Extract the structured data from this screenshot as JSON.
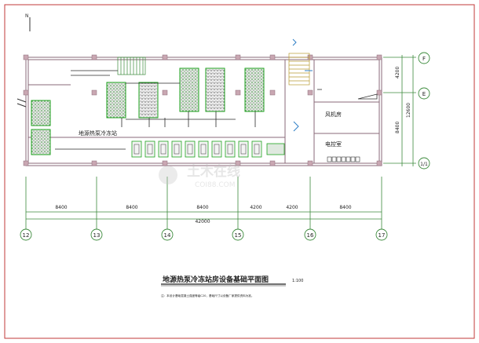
{
  "plan": {
    "north_label": "N",
    "rooms": {
      "pump_station": "地源热泵冷冻站",
      "fan_room": "风机房",
      "control_room": "电控室"
    },
    "dims_bottom": [
      "8400",
      "8400",
      "8400",
      "4200",
      "4200",
      "8400"
    ],
    "dim_total": "42000",
    "axes_bottom": [
      "12",
      "13",
      "14",
      "15",
      "16",
      "17"
    ],
    "axes_right": [
      "F",
      "E",
      "1/1"
    ],
    "dims_right": [
      "4200",
      "12600",
      "8400"
    ],
    "title": "地源热泵冷冻站房设备基础平面图",
    "scale": "1:100",
    "note": "注：本设计基础混凝土强度等级C20，基础尺寸以设备厂家提供资料为准。",
    "watermark_main": "土木在线",
    "watermark_sub": "COI88.COM"
  },
  "colors": {
    "wall": "#8a6a78",
    "green": "#1fa31f",
    "line": "#2a2a2a",
    "blue": "#2f7fc6",
    "axis_red": "#b33a3a",
    "grid_green": "#3c8a3c",
    "frame": "#c23a3a",
    "pillar": "#c9a7b2"
  }
}
